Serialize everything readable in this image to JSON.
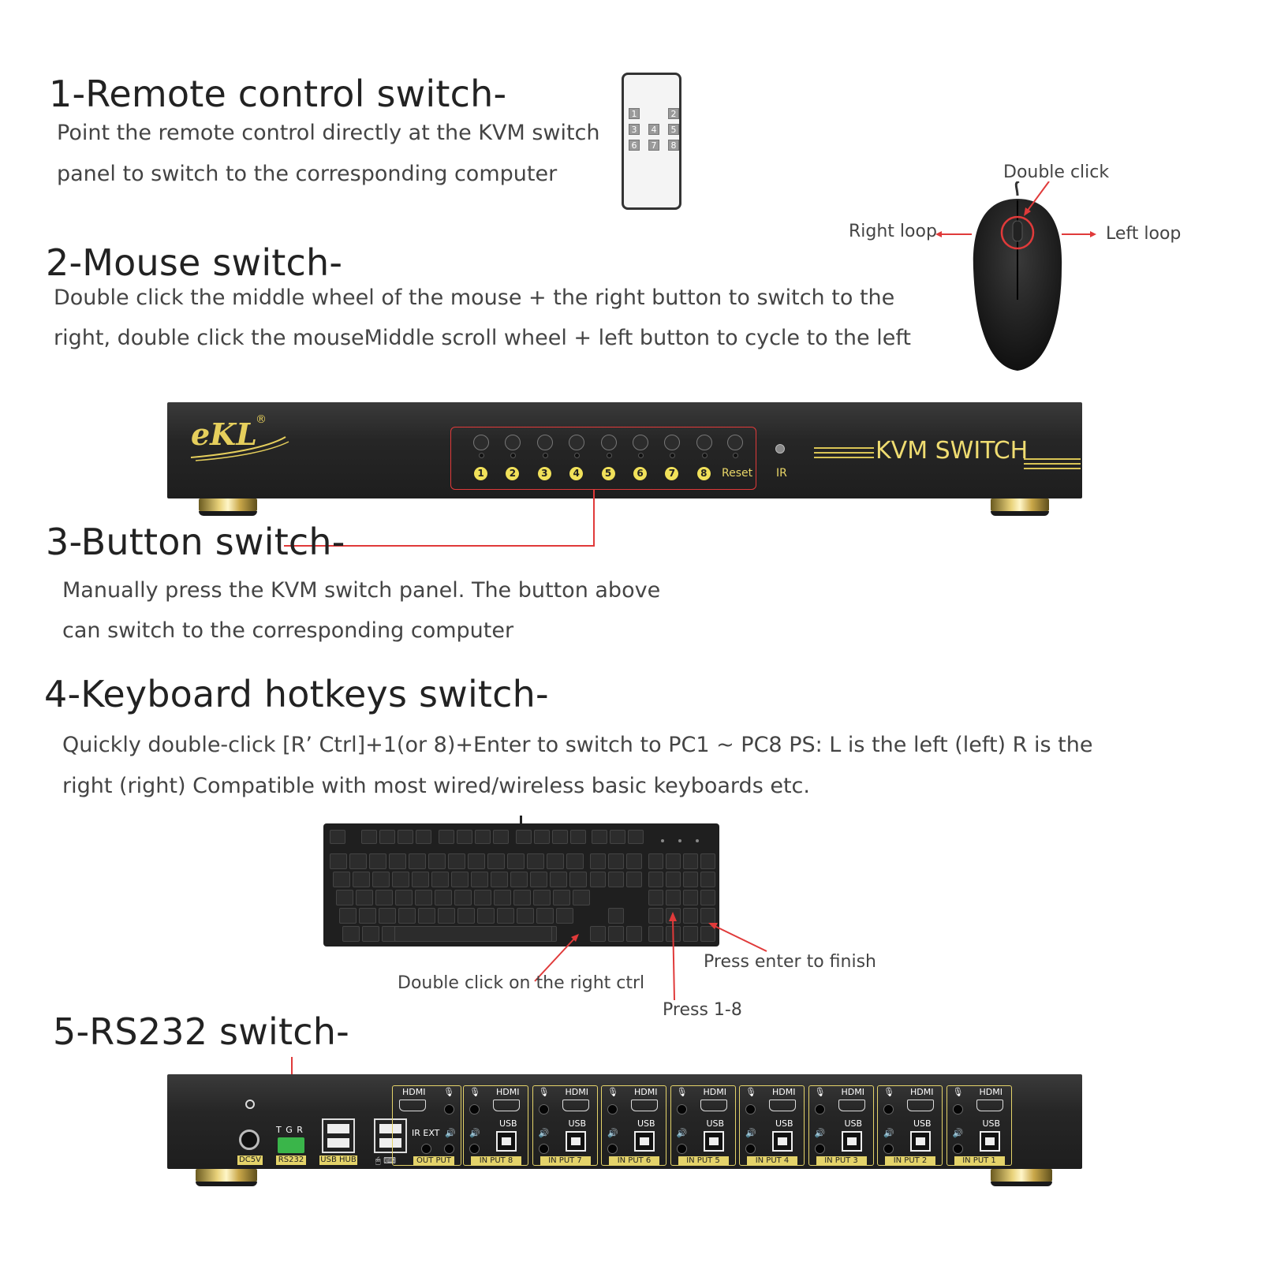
{
  "sections": {
    "remote": {
      "title": "1-Remote control switch-",
      "line1": "Point the remote control directly at the KVM switch",
      "line2": "panel to switch to the corresponding computer",
      "keys": [
        "1",
        "2",
        "3",
        "4",
        "5",
        "6",
        "7",
        "8"
      ]
    },
    "mouse": {
      "title": "2-Mouse switch-",
      "line1": "Double click the middle wheel of the mouse + the right button to switch to the",
      "line2": "right, double click the mouseMiddle scroll wheel + left button to cycle to the left",
      "label_double_click": "Double click",
      "label_right_loop": "Right loop",
      "label_left_loop": "Left loop"
    },
    "button": {
      "title": "3-Button switch-",
      "line1": "Manually press the KVM switch panel. The button above",
      "line2": "can switch to the corresponding computer"
    },
    "keyboard": {
      "title": "4-Keyboard hotkeys switch-",
      "line1": "Quickly double-click [R’  Ctrl]+1(or 8)+Enter to switch to PC1 ~ PC8  PS: L is the left (left) R is the",
      "line2": "right (right) Compatible with most wired/wireless basic keyboards etc.",
      "label_right_ctrl": "Double click on the right ctrl",
      "label_press": "Press 1-8",
      "label_enter": "Press enter to finish"
    },
    "rs232": {
      "title": "5-RS232 switch-"
    }
  },
  "front_panel": {
    "brand": "eKL",
    "registered": "®",
    "buttons": [
      "1",
      "2",
      "3",
      "4",
      "5",
      "6",
      "7",
      "8"
    ],
    "reset": "Reset",
    "ir": "IR",
    "product": "KVM SWITCH"
  },
  "rear_panel": {
    "dc": "DC5V",
    "rs232": "RS232",
    "tgr": "T G R",
    "usb_hub": "USB HUB",
    "ir_ext": "IR EXT",
    "hdmi": "HDMI",
    "usb": "USB",
    "output": "OUT PUT",
    "inputs": [
      "IN PUT 8",
      "IN PUT 7",
      "IN PUT 6",
      "IN PUT 5",
      "IN PUT 4",
      "IN PUT 3",
      "IN PUT 2",
      "IN PUT 1"
    ]
  },
  "colors": {
    "accent_red": "#e03a3a",
    "gold": "#e4d36a",
    "panel": "#262626"
  }
}
